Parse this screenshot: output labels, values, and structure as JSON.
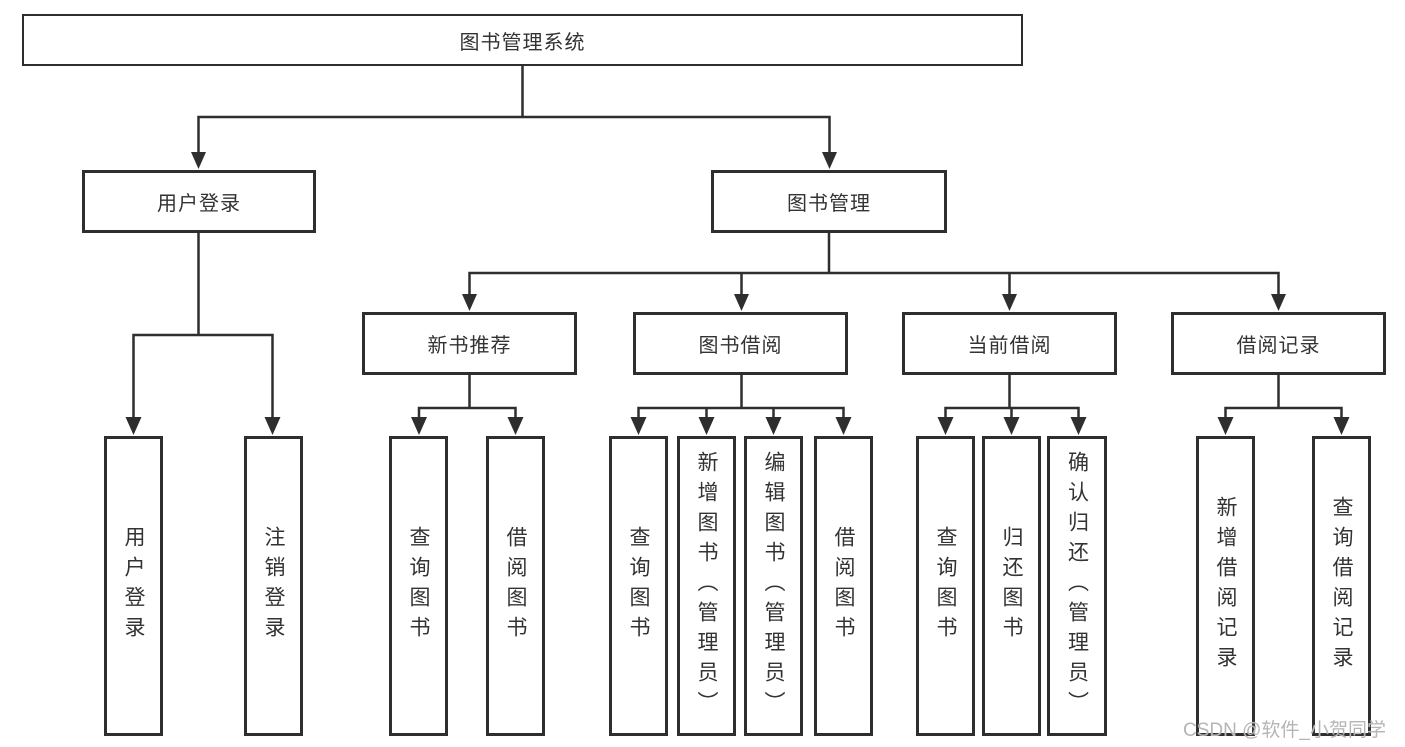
{
  "colors": {
    "line": "#2e2e2e",
    "box_border": "#2e2e2e",
    "text": "#333333",
    "background": "#ffffff",
    "watermark": "#b5b5b5"
  },
  "tree": {
    "root": "图书管理系统",
    "user_login": {
      "label": "用户登录",
      "children": [
        "用户登录",
        "注销登录"
      ]
    },
    "book_mgmt": {
      "label": "图书管理",
      "children": [
        {
          "label": "新书推荐",
          "children": [
            "查询图书",
            "借阅图书"
          ]
        },
        {
          "label": "图书借阅",
          "children": [
            "查询图书",
            "新增图书（管理员）",
            "编辑图书（管理员）",
            "借阅图书"
          ]
        },
        {
          "label": "当前借阅",
          "children": [
            "查询图书",
            "归还图书",
            "确认归还（管理员）"
          ]
        },
        {
          "label": "借阅记录",
          "children": [
            "新增借阅记录",
            "查询借阅记录"
          ]
        }
      ]
    }
  },
  "watermark": "CSDN @软件_小贺同学"
}
